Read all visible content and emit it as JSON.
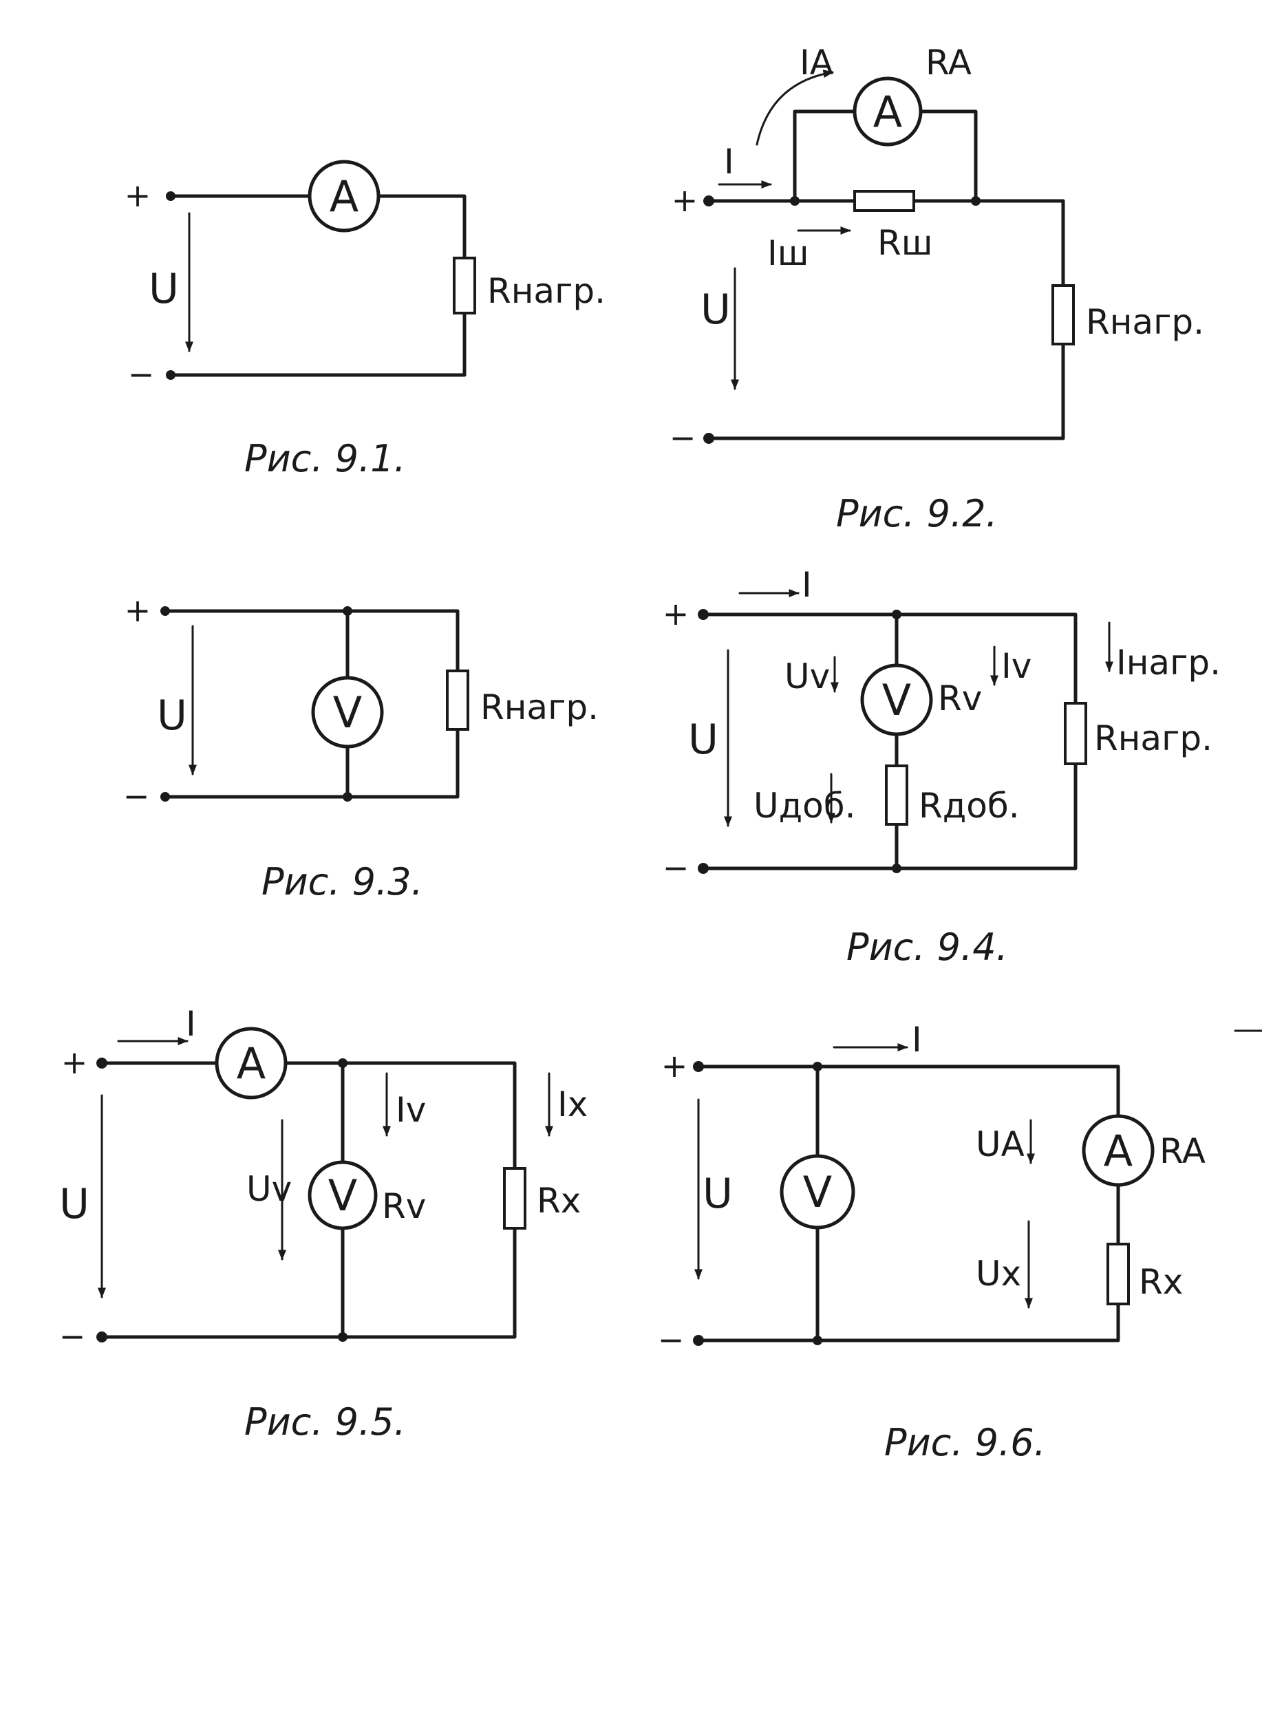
{
  "fig1": {
    "caption": "Рис. 9.1.",
    "plus": "+",
    "minus": "−",
    "voltage": "U",
    "ammeter": "A",
    "load": "Rнагр."
  },
  "fig2": {
    "caption": "Рис. 9.2.",
    "plus": "+",
    "minus": "−",
    "voltage": "U",
    "current": "I",
    "ammeter_current": "IA",
    "ammeter": "A",
    "ammeter_resistance": "RA",
    "shunt_current": "Iш",
    "shunt": "Rш",
    "load": "Rнагр."
  },
  "fig3": {
    "caption": "Рис. 9.3.",
    "plus": "+",
    "minus": "−",
    "voltage": "U",
    "voltmeter": "V",
    "load": "Rнагр."
  },
  "fig4": {
    "caption": "Рис. 9.4.",
    "plus": "+",
    "minus": "−",
    "voltage": "U",
    "current": "I",
    "voltmeter_voltage": "Uv",
    "voltmeter": "V",
    "voltmeter_resistance": "Rv",
    "voltmeter_current": "Iv",
    "load_current": "Iнагр.",
    "load": "Rнагр.",
    "extra_voltage": "Uдоб.",
    "extra_resistance": "Rдоб."
  },
  "fig5": {
    "caption": "Рис. 9.5.",
    "plus": "+",
    "minus": "−",
    "voltage": "U",
    "current": "I",
    "ammeter": "A",
    "voltmeter_current": "Iv",
    "voltmeter_voltage": "Uv",
    "voltmeter": "V",
    "voltmeter_resistance": "Rv",
    "load_current": "Ix",
    "load": "Rx"
  },
  "fig6": {
    "caption": "Рис. 9.6.",
    "plus": "+",
    "minus": "−",
    "voltage": "U",
    "current": "I",
    "voltmeter": "V",
    "ammeter_voltage": "UA",
    "ammeter": "A",
    "ammeter_resistance": "RA",
    "load_voltage": "Ux",
    "load": "Rx"
  }
}
